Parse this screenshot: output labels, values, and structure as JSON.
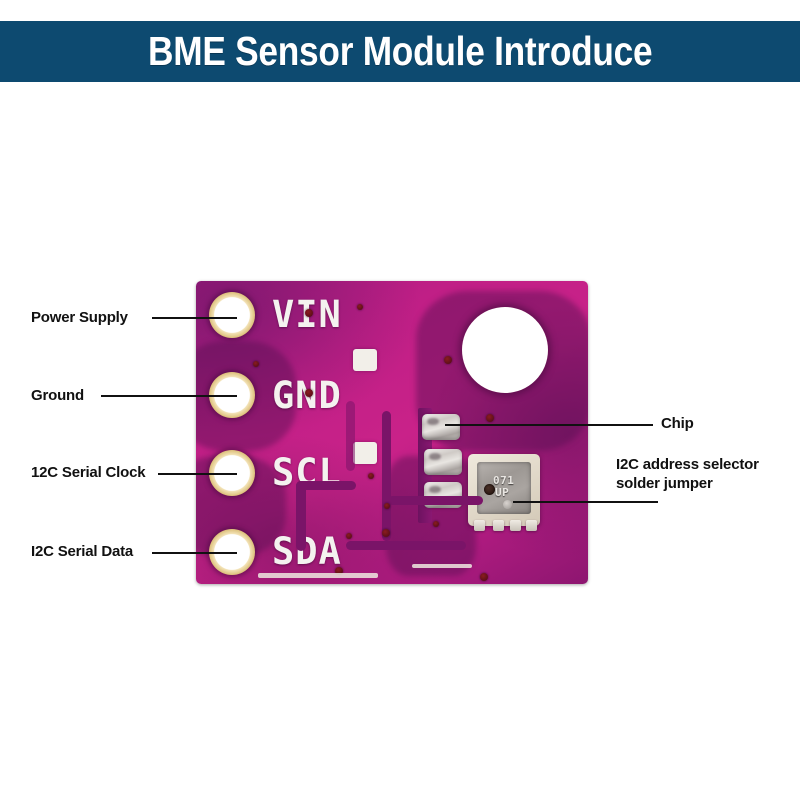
{
  "header": {
    "title": "BME Sensor Module Introduce",
    "background_color": "#0d4a70",
    "text_color": "#ffffff"
  },
  "board": {
    "name": "BME sensor breakout board",
    "color": "#c0207f",
    "pad_color": "#d9bb72",
    "silkscreen_pins": [
      {
        "label": "VIN"
      },
      {
        "label": "GND"
      },
      {
        "label": "SCL"
      },
      {
        "label": "SDA"
      }
    ],
    "chip_markings": {
      "line1": "071",
      "line2": "UP"
    }
  },
  "callouts": {
    "left": [
      {
        "label": "Power Supply"
      },
      {
        "label": "Ground"
      },
      {
        "label": "12C Serial Clock"
      },
      {
        "label": "I2C Serial Data"
      }
    ],
    "right": [
      {
        "label": "Chip"
      },
      {
        "label": "I2C address selector solder jumper"
      }
    ]
  }
}
